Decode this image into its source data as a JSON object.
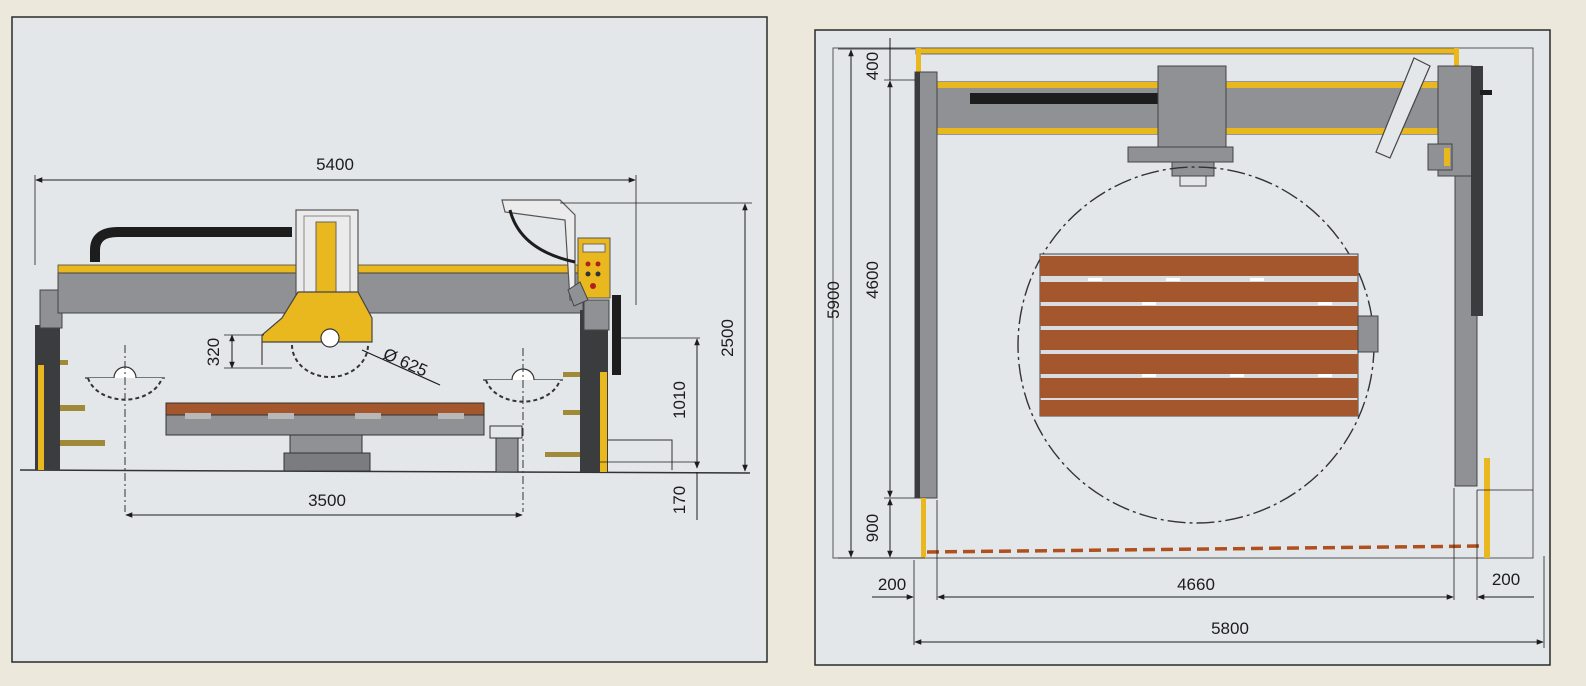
{
  "colors": {
    "background": "#ece8dc",
    "panel": "#e4e7ea",
    "machine_gray": "#8f9194",
    "machine_dark": "#3a3c3e",
    "accent_yellow": "#e8b81e",
    "table_wood": "#a4562c",
    "line": "#1c1c1c"
  },
  "side_view": {
    "overall_length": "5400",
    "height": "2500",
    "blade_depth": "320",
    "blade_diameter": "Ø 625",
    "travel": "3500",
    "table_height": "1010",
    "base_height": "170"
  },
  "top_view": {
    "overall_depth": "5900",
    "top_margin": "400",
    "working_depth": "4600",
    "front_margin": "900",
    "left_margin": "200",
    "working_width": "4660",
    "right_margin": "200",
    "overall_width": "5800"
  }
}
